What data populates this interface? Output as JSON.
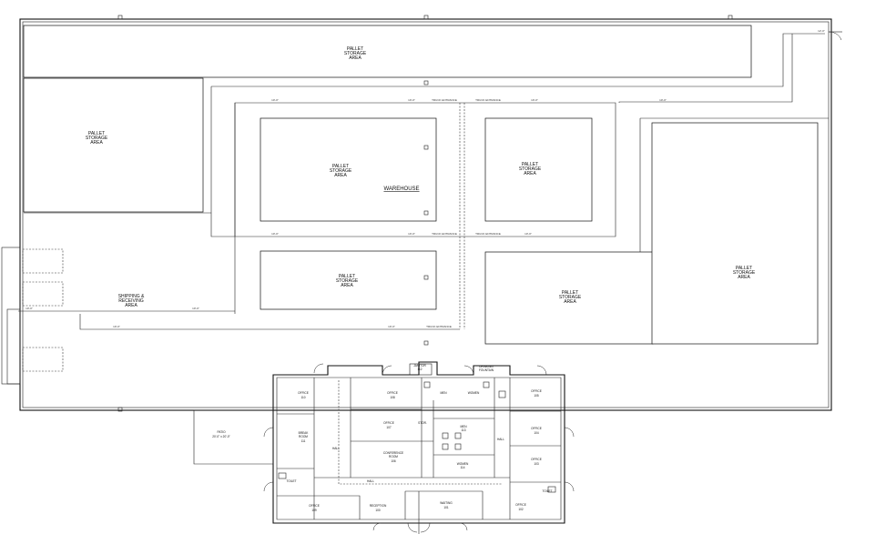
{
  "warehouse": {
    "title": "WAREHOUSE",
    "pallet_label_line1": "PALLET",
    "pallet_label_line2": "STORAGE",
    "pallet_label_line3": "AREA",
    "shipping_line1": "SHIPPING &",
    "shipping_line2": "RECEIVING",
    "shipping_line3": "AREA"
  },
  "office": {
    "patio": "PATIO",
    "patio_dim": "20'-0\" x 20'-0\"",
    "break_line1": "BREAK",
    "break_line2": "ROOM",
    "office": "OFFICE",
    "conference_line1": "CONFERENCE",
    "conference_line2": "ROOM",
    "reception": "RECEPTION",
    "waiting": "WAITING",
    "men": "MEN",
    "women": "WOMEN",
    "hall": "HALL",
    "janitor": "JANITOR",
    "drinking_fountain_line1": "DRINKING",
    "drinking_fountain_line2": "FOUNTAIN",
    "storage": "STOR.",
    "toilet": "TOILET",
    "room_numbers": {
      "office_a": "110",
      "break": "111",
      "office_b": "109",
      "office_c": "108",
      "conference": "106",
      "office_d": "107",
      "reception": "100",
      "waiting": "101",
      "office_e": "102",
      "office_f": "103",
      "office_g": "104",
      "office_h": "105",
      "men": "113",
      "women": "114",
      "janitor": "112"
    }
  },
  "dimensions": {
    "aisle": "8'-0\"",
    "clear": "10'-0\"",
    "dock": "12'-0\"",
    "aisle_long": "TRUCK ENTRANCE"
  }
}
